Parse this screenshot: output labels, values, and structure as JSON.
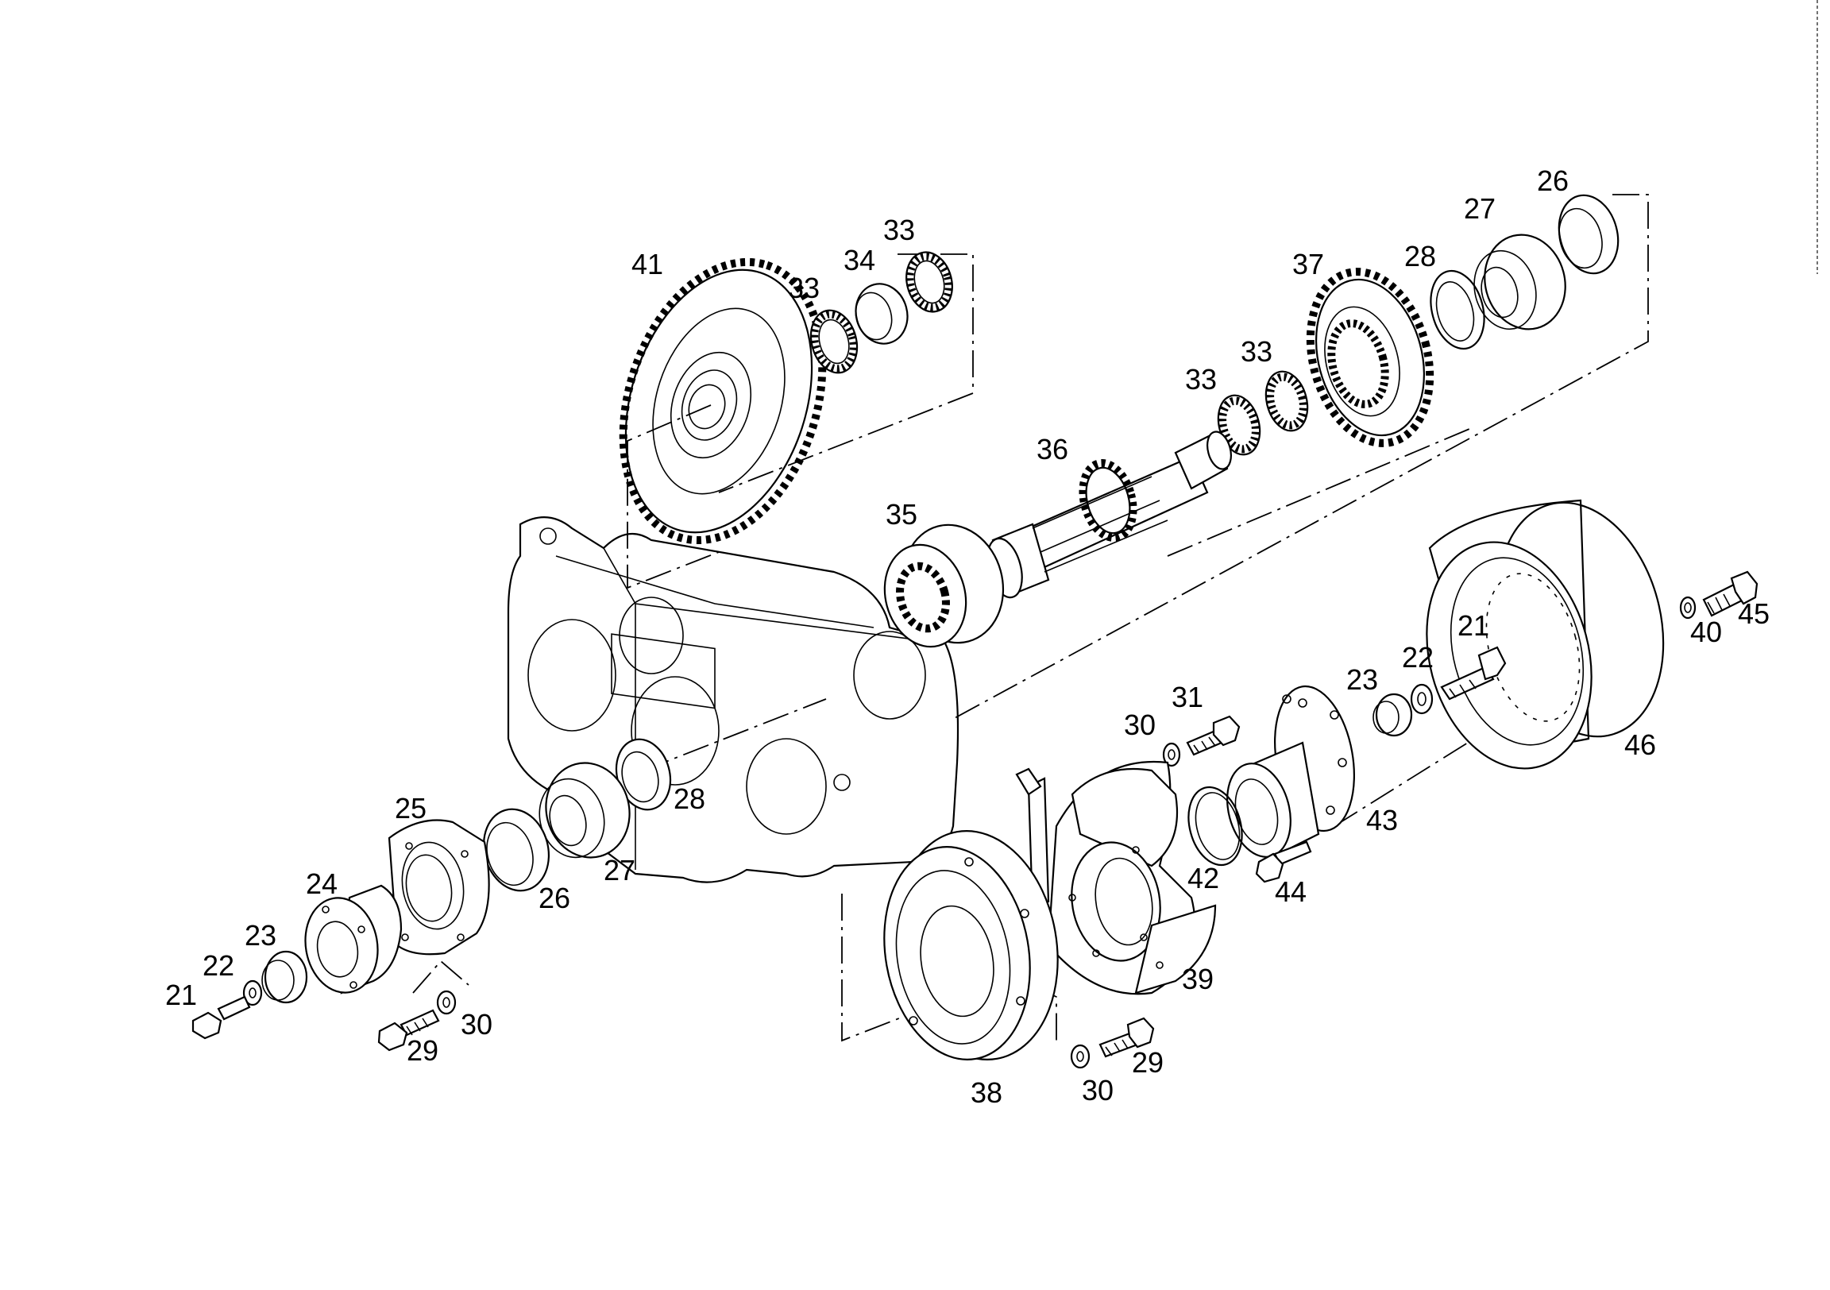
{
  "diagram": {
    "type": "exploded-parts-diagram",
    "labels": [
      {
        "id": "l41",
        "text": "41"
      },
      {
        "id": "l33a",
        "text": "33"
      },
      {
        "id": "l34",
        "text": "34"
      },
      {
        "id": "l33b",
        "text": "33"
      },
      {
        "id": "l37",
        "text": "37"
      },
      {
        "id": "l28a",
        "text": "28"
      },
      {
        "id": "l27a",
        "text": "27"
      },
      {
        "id": "l26a",
        "text": "26"
      },
      {
        "id": "l33c",
        "text": "33"
      },
      {
        "id": "l33d",
        "text": "33"
      },
      {
        "id": "l36",
        "text": "36"
      },
      {
        "id": "l35",
        "text": "35"
      },
      {
        "id": "l21a",
        "text": "21"
      },
      {
        "id": "l22a",
        "text": "22"
      },
      {
        "id": "l23a",
        "text": "23"
      },
      {
        "id": "l40",
        "text": "40"
      },
      {
        "id": "l45",
        "text": "45"
      },
      {
        "id": "l31",
        "text": "31"
      },
      {
        "id": "l30a",
        "text": "30"
      },
      {
        "id": "l46",
        "text": "46"
      },
      {
        "id": "l43",
        "text": "43"
      },
      {
        "id": "l42",
        "text": "42"
      },
      {
        "id": "l44",
        "text": "44"
      },
      {
        "id": "l28b",
        "text": "28"
      },
      {
        "id": "l25",
        "text": "25"
      },
      {
        "id": "l27b",
        "text": "27"
      },
      {
        "id": "l26b",
        "text": "26"
      },
      {
        "id": "l24",
        "text": "24"
      },
      {
        "id": "l23b",
        "text": "23"
      },
      {
        "id": "l22b",
        "text": "22"
      },
      {
        "id": "l21b",
        "text": "21"
      },
      {
        "id": "l29a",
        "text": "29"
      },
      {
        "id": "l30b",
        "text": "30"
      },
      {
        "id": "l39",
        "text": "39"
      },
      {
        "id": "l38",
        "text": "38"
      },
      {
        "id": "l29b",
        "text": "29"
      },
      {
        "id": "l30c",
        "text": "30"
      }
    ]
  }
}
